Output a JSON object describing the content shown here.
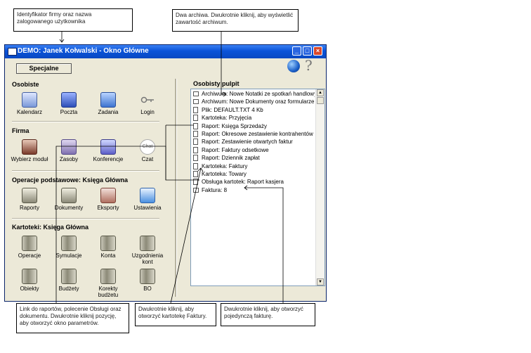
{
  "callouts": {
    "top_left": "Identyfikator firmy oraz nazwa zalogowanego użytkownika",
    "top_right": "Dwa archiwa. Dwukrotnie kliknij, aby wyświetlić zawartość archiwum.",
    "bottom_left": "Link do raportów, polecenie Obsługi oraz dokumentu. Dwukrotnie kliknij pozycję, aby otworzyć okno parametrów.",
    "bottom_mid": "Dwukrotnie kliknij, aby otworzyć kartotekę Faktury.",
    "bottom_right": "Dwukrotnie kliknij, aby otworzyć pojedynczą fakturę."
  },
  "window": {
    "title": "DEMO: Janek Kołwalski - Okno Główne",
    "special_button": "Specjalne",
    "help_glyph": "?"
  },
  "sections": [
    {
      "title": "Osobiste",
      "items": [
        {
          "label": "Kalendarz",
          "icon": "calendar-icon"
        },
        {
          "label": "Poczta",
          "icon": "mail-icon"
        },
        {
          "label": "Zadania",
          "icon": "tasks-icon"
        },
        {
          "label": "Login",
          "icon": "key-icon"
        }
      ]
    },
    {
      "title": "Firma",
      "items": [
        {
          "label": "Wybierz moduł",
          "icon": "module-icon"
        },
        {
          "label": "Zasoby",
          "icon": "resources-icon"
        },
        {
          "label": "Konferencje",
          "icon": "conference-icon"
        },
        {
          "label": "Czat",
          "icon": "chat-icon"
        }
      ]
    },
    {
      "title": "Operacje podstawowe: Księga Główna",
      "items": [
        {
          "label": "Raporty",
          "icon": "reports-icon"
        },
        {
          "label": "Dokumenty",
          "icon": "documents-icon"
        },
        {
          "label": "Eksporty",
          "icon": "export-icon"
        },
        {
          "label": "Ustawienia",
          "icon": "settings-icon"
        }
      ]
    },
    {
      "title": "Kartoteki: Księga Główna",
      "items": [
        {
          "label": "Operacje",
          "icon": "book-icon"
        },
        {
          "label": "Symulacje",
          "icon": "book-icon"
        },
        {
          "label": "Konta",
          "icon": "book-icon"
        },
        {
          "label": "Uzgodnienia kont",
          "icon": "book-icon"
        },
        {
          "label": "Obiekty",
          "icon": "book-icon"
        },
        {
          "label": "Budżety",
          "icon": "book-icon"
        },
        {
          "label": "Korekty budżetu",
          "icon": "book-icon"
        },
        {
          "label": "BO",
          "icon": "book-icon"
        }
      ]
    }
  ],
  "desktop": {
    "title": "Osobisty pulpit",
    "items": [
      {
        "text": "Archiwum: Nowe Notatki ze spotkań handlowyc",
        "icon": "folder"
      },
      {
        "text": "Archiwum: Nowe Dokumenty oraz formularze",
        "icon": "folder"
      },
      {
        "text": "Plik: DEFAULT.TXT    4 Kb",
        "icon": "doc"
      },
      {
        "text": "Kartoteka: Przyjęcia",
        "icon": "doc"
      },
      {
        "text": "Raport: Księga Sprzedaży",
        "icon": "doc"
      },
      {
        "text": "Raport: Okresowe zestawienie kontrahentów",
        "icon": "doc"
      },
      {
        "text": "Raport: Zestawienie otwartych faktur",
        "icon": "doc"
      },
      {
        "text": "Raport: Faktury odsetkowe",
        "icon": "doc"
      },
      {
        "text": "Raport: Dziennik zapłat",
        "icon": "doc"
      },
      {
        "text": "Kartoteka: Faktury",
        "icon": "doc"
      },
      {
        "text": "Kartoteka: Towary",
        "icon": "doc"
      },
      {
        "text": "Obsługa kartotek: Raport kasjera",
        "icon": "doc"
      },
      {
        "text": "Faktura: 8",
        "icon": "folder"
      }
    ]
  }
}
